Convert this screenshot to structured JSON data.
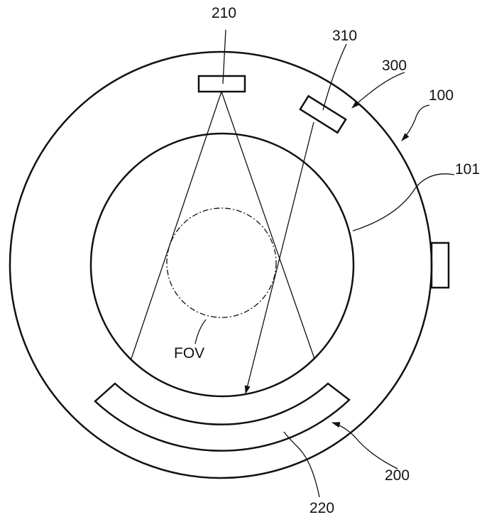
{
  "labels": {
    "gantry": "100",
    "bore": "101",
    "detector_unit": "200",
    "source": "210",
    "detector": "220",
    "sensor_unit": "300",
    "sensor": "310",
    "fov": "FOV"
  },
  "colors": {
    "line": "#111111",
    "background": "#ffffff"
  }
}
